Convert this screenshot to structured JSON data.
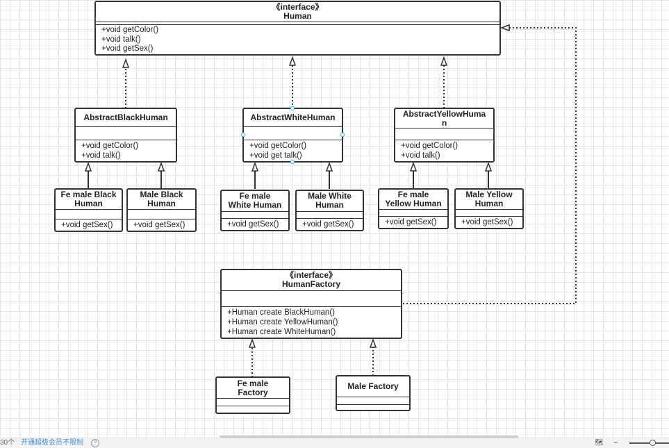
{
  "diagram": {
    "human": {
      "stereotype": "《interface》",
      "name": "Human",
      "ops": [
        "+void getColor()",
        "+void talk()",
        "+void getSex()"
      ]
    },
    "abstract_black": {
      "name": "AbstractBlackHuman",
      "ops": [
        "+void getColor()",
        "+void talk()"
      ]
    },
    "abstract_white": {
      "name": "AbstractWhiteHuman",
      "ops": [
        "+void getColor()",
        "+void get talk()"
      ]
    },
    "abstract_yellow": {
      "name_line1": "AbstractYellowHuma",
      "name_line2": "n",
      "ops": [
        "+void getColor()",
        "+void talk()"
      ]
    },
    "female_black": {
      "name_line1": "Fe male Black",
      "name_line2": "Human",
      "ops": [
        "+void getSex()"
      ]
    },
    "male_black": {
      "name_line1": "Male Black",
      "name_line2": "Human",
      "ops": [
        "+void getSex()"
      ]
    },
    "female_white": {
      "name_line1": "Fe male",
      "name_line2": "White Human",
      "ops": [
        "+void getSex()"
      ]
    },
    "male_white": {
      "name_line1": "Male White",
      "name_line2": "Human",
      "ops": [
        "+void getSex()"
      ]
    },
    "female_yellow": {
      "name_line1": "Fe male",
      "name_line2": "Yellow Human",
      "ops": [
        "+void getSex()"
      ]
    },
    "male_yellow": {
      "name_line1": "Male Yellow",
      "name_line2": "Human",
      "ops": [
        "+void getSex()"
      ]
    },
    "human_factory": {
      "stereotype": "《interface》",
      "name": "HumanFactory",
      "ops": [
        "+Human create BlackHuman()",
        "+Human create YellowHuman()",
        "+Human create WhiteHuman()"
      ]
    },
    "female_factory": {
      "name_line1": "Fe male",
      "name_line2": "Factory"
    },
    "male_factory": {
      "name": "Male Factory"
    }
  },
  "statusbar": {
    "count": "30个",
    "upgrade_link": "开通超级会员不限制",
    "help_icon": "?",
    "map_icon": "map-icon",
    "zoom_out": "−"
  },
  "colors": {
    "line": "#333333",
    "grid": "#e6e6e6",
    "link": "#4a90d9",
    "handle": "#29b6f2"
  }
}
